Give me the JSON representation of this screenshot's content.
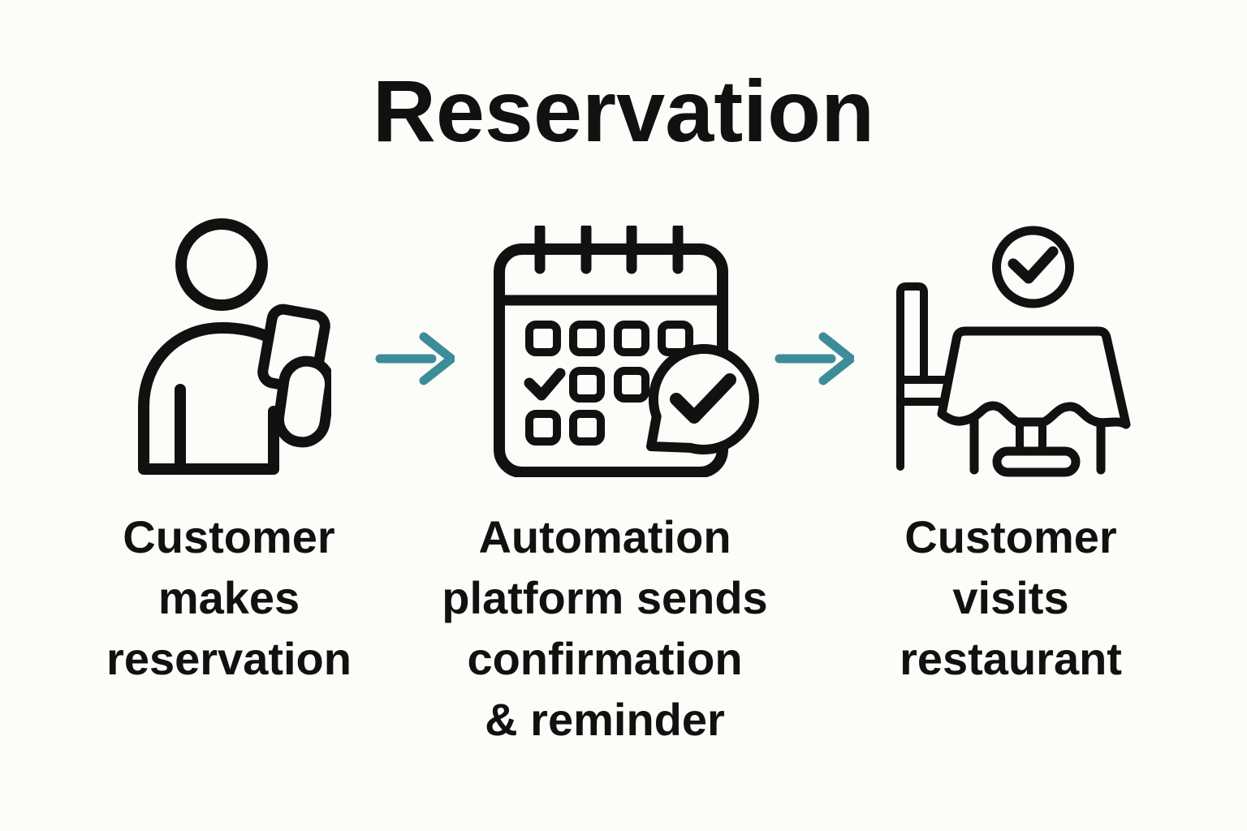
{
  "title": "Reservation",
  "colors": {
    "background": "#fcfcf9",
    "ink": "#111111",
    "accent": "#3d8d99"
  },
  "steps": [
    {
      "icon": "person-with-phone-icon",
      "label": "Customer\nmakes\nreservation"
    },
    {
      "icon": "calendar-check-bubble-icon",
      "label": "Automation\nplatform sends\nconfirmation\n& reminder"
    },
    {
      "icon": "customer-at-table-icon",
      "label": "Customer\nvisits\nrestaurant"
    }
  ],
  "arrows": [
    {
      "icon": "arrow-right-icon"
    },
    {
      "icon": "arrow-right-icon"
    }
  ]
}
